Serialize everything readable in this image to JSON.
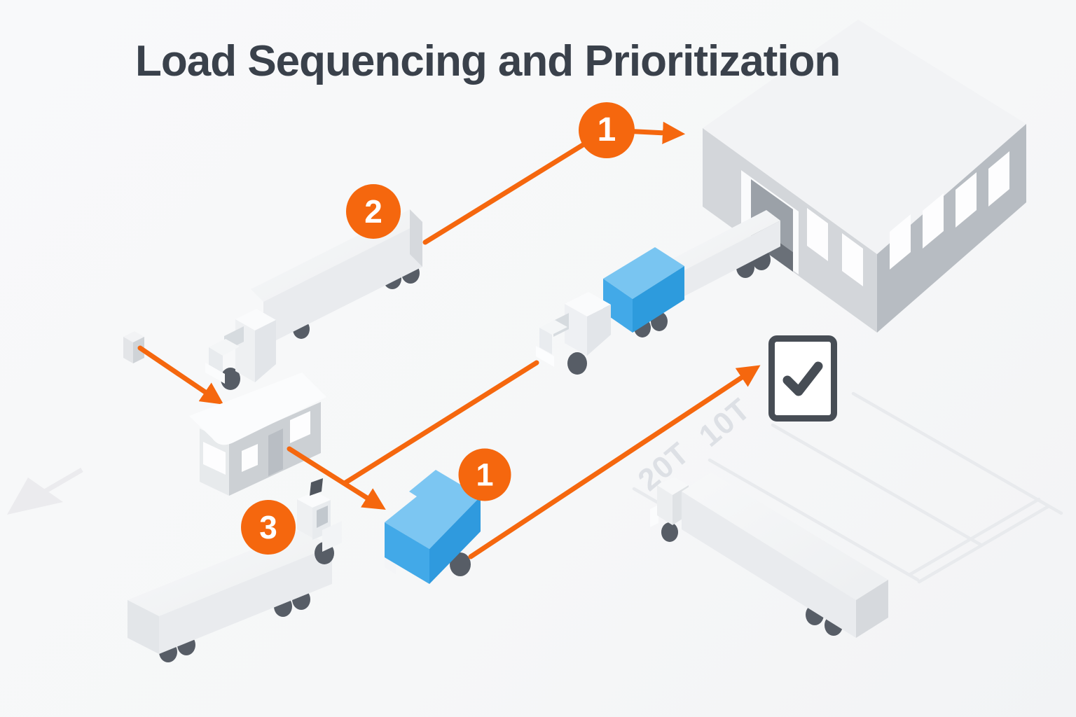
{
  "title": "Load Sequencing and Prioritization",
  "badges": [
    {
      "name": "sequence-badge-warehouse-route",
      "value": "1"
    },
    {
      "name": "sequence-badge-truck-two",
      "value": "2"
    },
    {
      "name": "sequence-badge-truck-three",
      "value": "3"
    },
    {
      "name": "sequence-badge-priority-truck",
      "value": "1"
    }
  ],
  "lane_labels": [
    {
      "name": "lane-20-ton",
      "text": "20T"
    },
    {
      "name": "lane-10-ton",
      "text": "10T"
    }
  ],
  "icons": {
    "checkmark": "✓"
  },
  "colors": {
    "accent_orange": "#f5670e",
    "cargo_blue": "#42a9e8",
    "title_ink": "#3a414b",
    "checkbox_ink": "#474d55",
    "badge_text": "#ffffff"
  }
}
